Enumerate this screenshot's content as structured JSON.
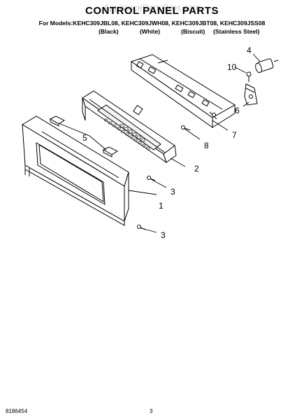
{
  "watermark": "AppliancePartsPros.com",
  "title": "CONTROL PANEL PARTS",
  "models_line": "For Models:KEHC309JBL08, KEHC309JWH08, KEHC309JBT08, KEHC309JSS08",
  "colors": [
    "(Black)",
    "(White)",
    "(Biscuit)",
    "(Stainless Steel)"
  ],
  "callouts": [
    "1",
    "2",
    "3",
    "3",
    "4",
    "5",
    "6",
    "7",
    "8",
    "10"
  ],
  "footer": {
    "left": "8186454",
    "page": "3"
  }
}
